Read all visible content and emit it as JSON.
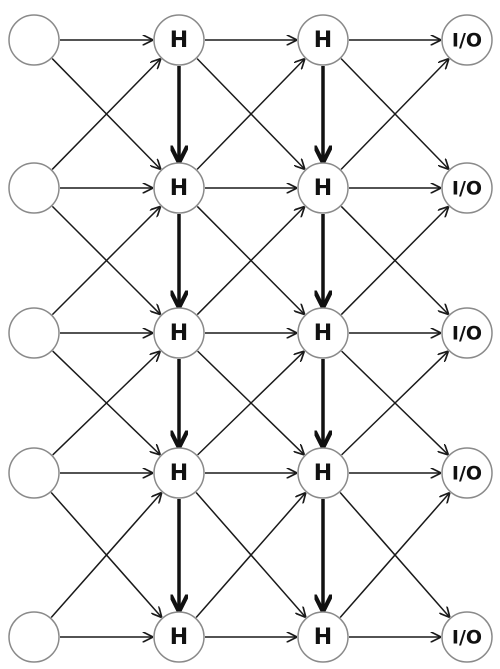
{
  "diagram": {
    "columns": [
      {
        "key": "input",
        "label": ""
      },
      {
        "key": "hidden1",
        "label": "H"
      },
      {
        "key": "hidden2",
        "label": "H"
      },
      {
        "key": "output",
        "label": "I/O"
      }
    ],
    "rows": 5,
    "edges": {
      "straight_right": true,
      "diagonal_down_right": true,
      "diagonal_up_right": true,
      "vertical_down_in_hidden_columns": true
    },
    "colors": {
      "line": "#1a1a1a",
      "circle_border": "#8a8a8a",
      "label": "#111111",
      "background": "#ffffff"
    }
  }
}
